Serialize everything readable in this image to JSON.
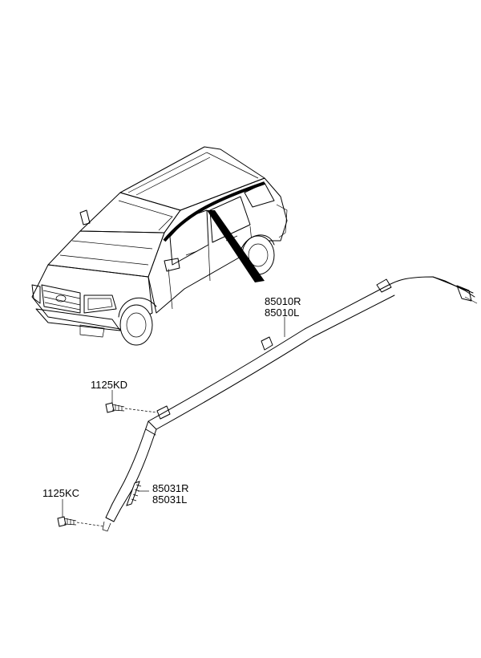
{
  "labels": {
    "curtain_airbag_r": "85010R",
    "curtain_airbag_l": "85010L",
    "bolt_upper": "1125KD",
    "bolt_lower": "1125KC",
    "bracket_r": "85031R",
    "bracket_l": "85031L"
  },
  "colors": {
    "line": "#000000",
    "background": "#ffffff"
  }
}
